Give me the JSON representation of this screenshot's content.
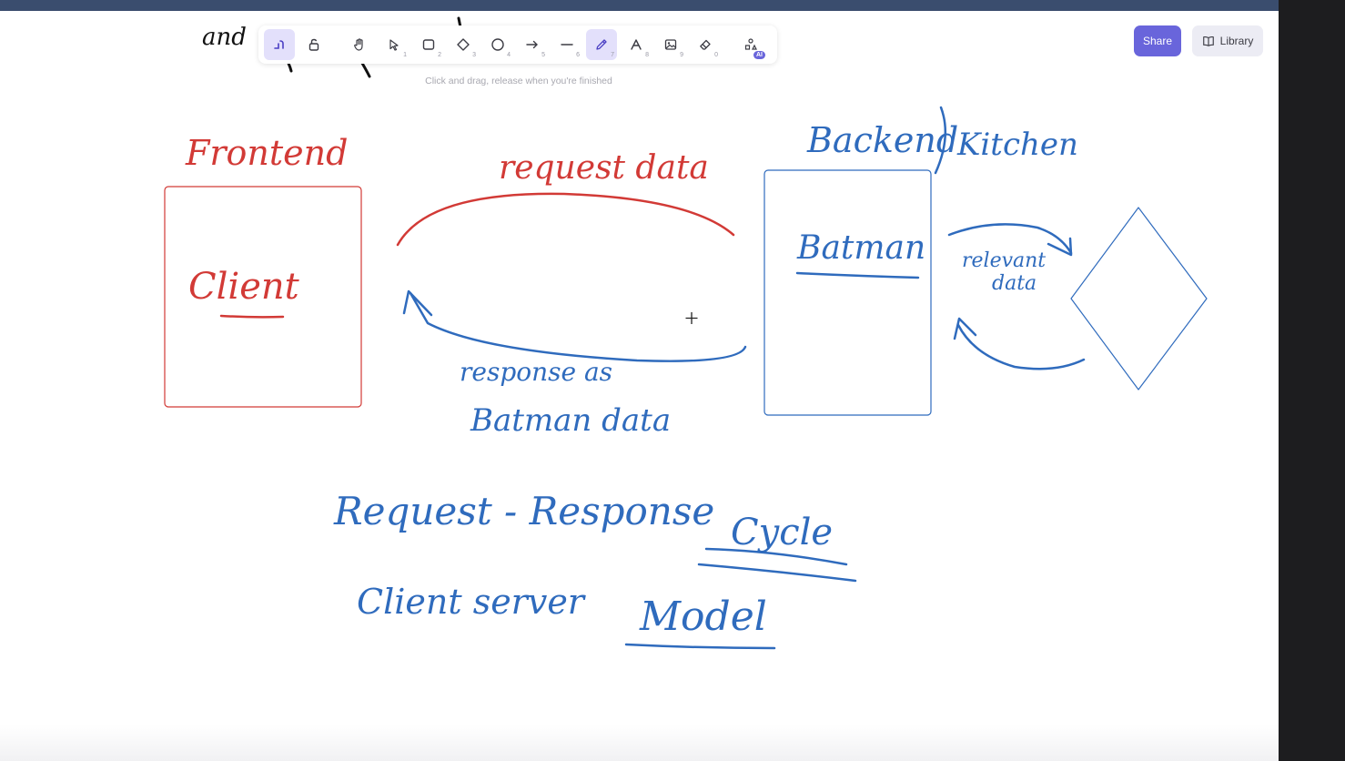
{
  "toolbar": {
    "tools": [
      {
        "name": "keep-tool-active",
        "key": ""
      },
      {
        "name": "lock",
        "key": ""
      },
      {
        "name": "hand",
        "key": ""
      },
      {
        "name": "selection",
        "key": "1"
      },
      {
        "name": "rectangle",
        "key": "2"
      },
      {
        "name": "diamond",
        "key": "3"
      },
      {
        "name": "ellipse",
        "key": "4"
      },
      {
        "name": "arrow",
        "key": "5"
      },
      {
        "name": "line",
        "key": "6"
      },
      {
        "name": "draw",
        "key": "7"
      },
      {
        "name": "text",
        "key": "8"
      },
      {
        "name": "image",
        "key": "9"
      },
      {
        "name": "eraser",
        "key": "0"
      },
      {
        "name": "more-tools",
        "key": ""
      }
    ],
    "active_tool": "draw",
    "ai_badge": "AI",
    "hint": "Click and drag, release when you're finished"
  },
  "header": {
    "share_label": "Share",
    "library_label": "Library"
  },
  "canvas": {
    "top_fragment": "and",
    "frontend_label": "Frontend",
    "client_label": "Client",
    "request_label": "request data",
    "response_line1": "response as",
    "response_line2": "Batman data",
    "backend_label": "Backend",
    "kitchen_label": "Kitchen",
    "batman_label": "Batman",
    "relevant_line1": "relevant",
    "relevant_line2": "data",
    "cycle_line": "Request - Response",
    "cycle_word": "Cycle",
    "model_line": "Client server",
    "model_word": "Model"
  },
  "colors": {
    "accent": "#6965db",
    "red_ink": "#d23a36",
    "blue_ink": "#2f6bbd"
  }
}
